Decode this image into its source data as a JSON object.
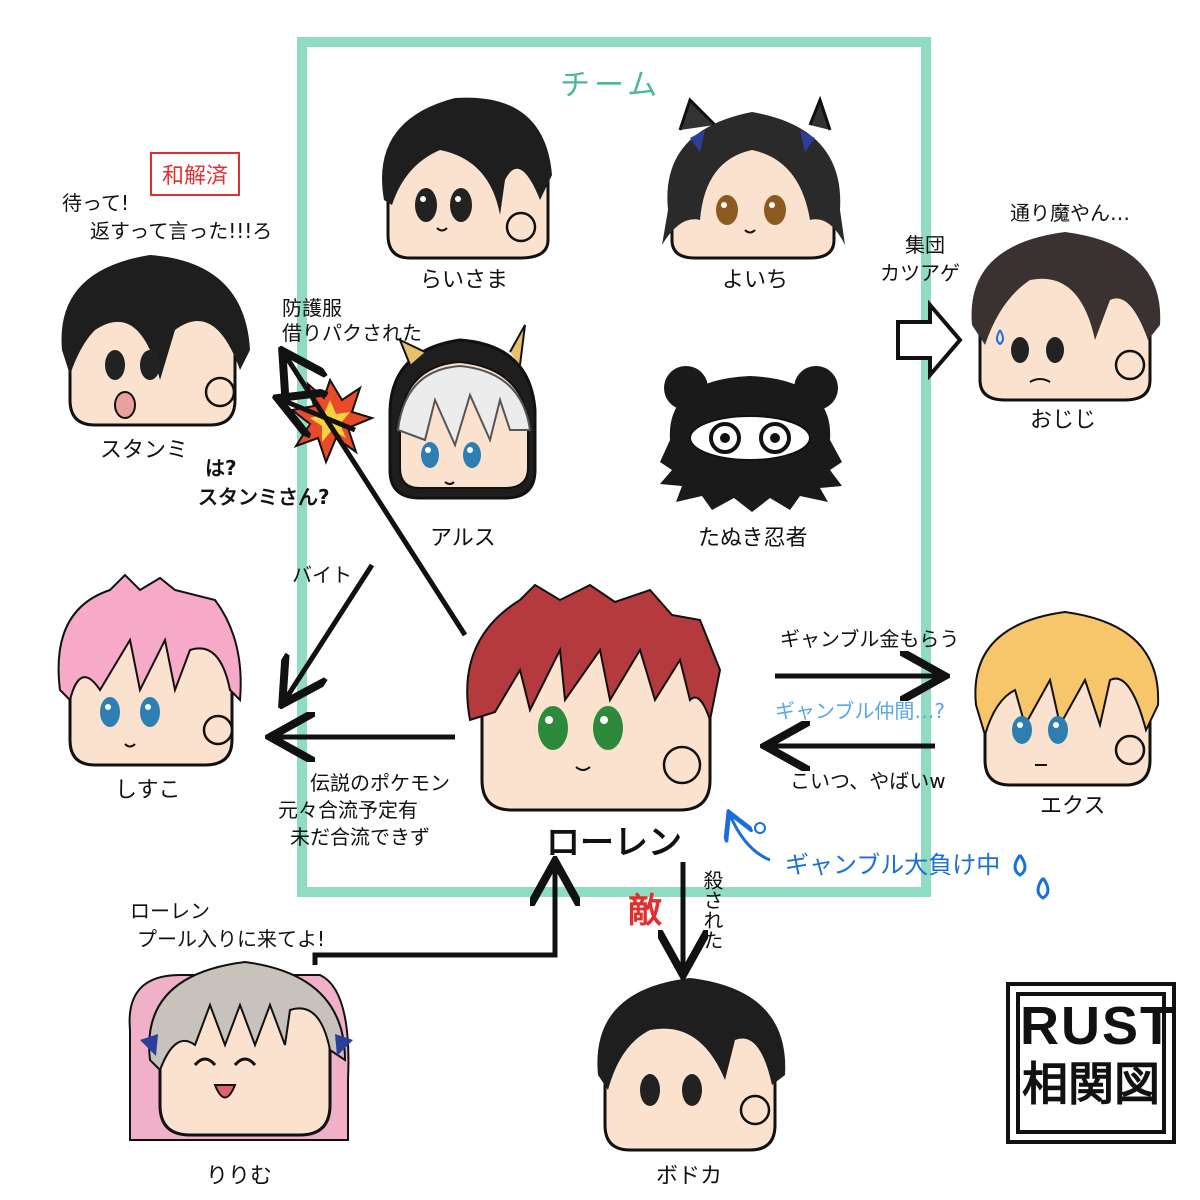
{
  "team": {
    "title": "チーム",
    "border_color": "#8fdcc0"
  },
  "characters": {
    "raisama": "らいさま",
    "yoichi": "よいち",
    "arusu": "アルス",
    "tanuki_ninja": "たぬき忍者",
    "lauren": "ローレン",
    "stanmi": "スタンミ",
    "shisuko": "しすこ",
    "ojiji": "おじじ",
    "ekusu": "エクス",
    "bodoka": "ボドカ",
    "rirumu": "りりむ"
  },
  "notes": {
    "reconciled_stamp": "和解済",
    "stanmi_quote_1": "待って!",
    "stanmi_quote_2": "返すって言った!!!ろ",
    "armor_1": "防護服",
    "armor_2": "借りパクされた",
    "arusu_q_1": "は?",
    "arusu_q_2": "スタンミさん?",
    "bite": "バイト",
    "mass_extortion_1": "集団",
    "mass_extortion_2": "カツアゲ",
    "ojiji_quote": "通り魔やん…",
    "gamble_money": "ギャンブル金もらう",
    "gamble_friend": "ギャンブル仲間…?",
    "dangerous": "こいつ、やばいw",
    "gamble_losing": "ギャンブル大負け中",
    "legend_1": "伝説のポケモン",
    "legend_2": "元々合流予定有",
    "legend_3": "未だ合流できず",
    "enemy": "敵",
    "killed": "殺された",
    "rirumu_quote_1": "ローレン",
    "rirumu_quote_2": "プール入りに来てよ!"
  },
  "logo": {
    "line1": "RUST",
    "line2": "相関図"
  },
  "colors": {
    "stamp_red": "#e23030",
    "enemy_red": "#e23030",
    "note_blue": "#1a6fd6",
    "note_light_blue": "#5aa6e8",
    "skin": "#fbe2cf",
    "hair_black": "#1e1e1e",
    "hair_red": "#b43a3e",
    "hair_pink": "#f6aac8",
    "hair_blonde": "#f7c66a",
    "hair_grey": "#c8c2bc",
    "hair_brown": "#3a3230"
  }
}
